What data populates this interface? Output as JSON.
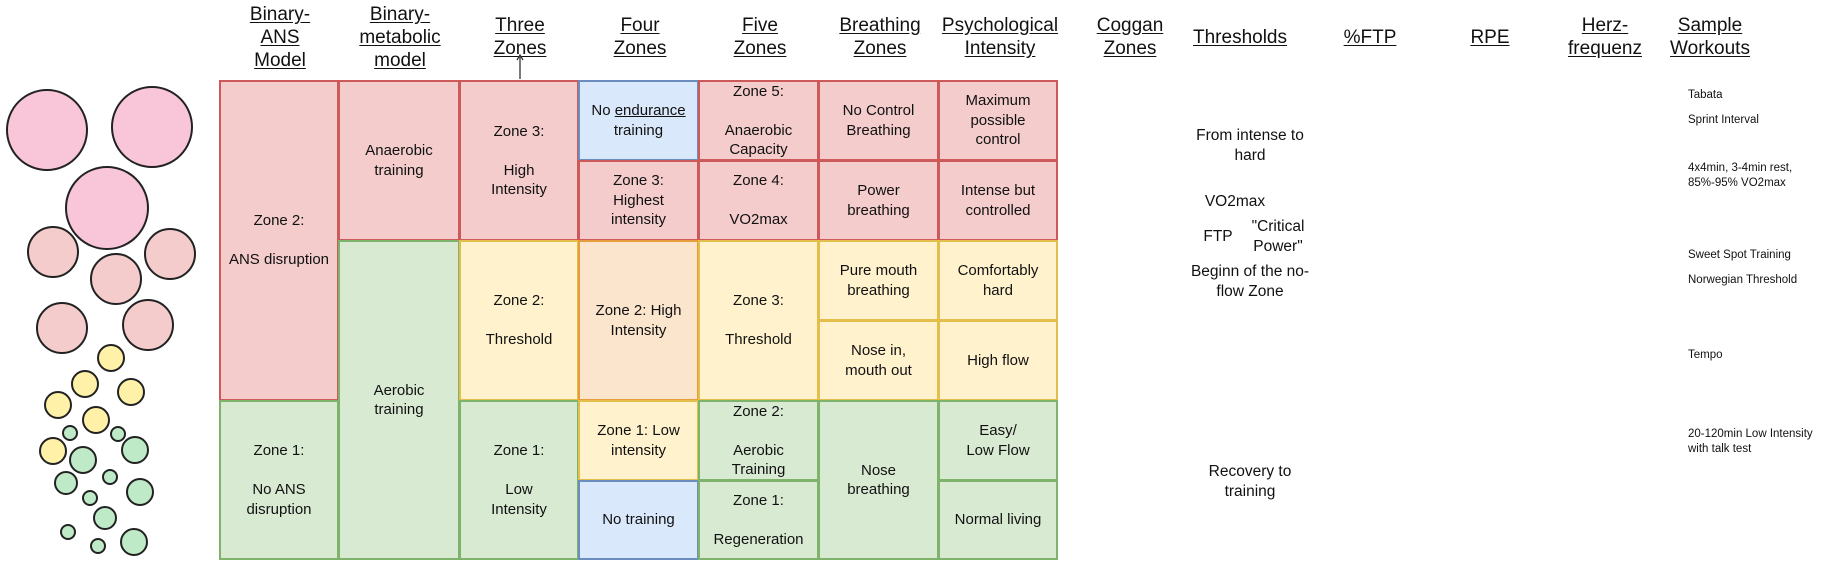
{
  "headers": {
    "binary_ans": "Binary-\nANS\nModel",
    "binary_metabolic": "Binary-\nmetabolic\nmodel",
    "three_zones": "Three\nZones",
    "four_zones": "Four\nZones",
    "five_zones": "Five\nZones",
    "breathing_zones": "Breathing\nZones",
    "psych_intensity": "Psychological\nIntensity",
    "coggan_zones": "Coggan\nZones",
    "thresholds": "Thresholds",
    "ftp_pct": "%FTP",
    "rpe": "RPE",
    "herzfrequenz": "Herz-\nfrequenz",
    "sample_workouts": "Sample\nWorkouts"
  },
  "binary_ans": {
    "zone2": "Zone 2:\n\nANS disruption",
    "zone1": "Zone 1:\n\nNo ANS\ndisruption"
  },
  "binary_metabolic": {
    "anaerobic": "Anaerobic\ntraining",
    "aerobic": "Aerobic\ntraining"
  },
  "three_zones": {
    "zone3": "Zone 3:\n\nHigh\nIntensity",
    "zone2": "Zone 2:\n\nThreshold",
    "zone1": "Zone 1:\n\nLow\nIntensity"
  },
  "four_zones": {
    "no_endurance_prefix": "No ",
    "no_endurance_word": "endurance",
    "no_endurance_suffix": "training",
    "zone3": "Zone 3:\nHighest\nintensity",
    "zone2": "Zone 2: High\nIntensity",
    "zone1": "Zone 1: Low\nintensity",
    "no_training": "No training"
  },
  "five_zones": {
    "zone5": "Zone 5:\n\nAnaerobic\nCapacity",
    "zone4": "Zone 4:\n\nVO2max",
    "zone3": "Zone 3:\n\nThreshold",
    "zone2": "Zone 2:\n\nAerobic\nTraining",
    "zone1": "Zone 1:\n\nRegeneration"
  },
  "breathing": {
    "no_control": "No Control\nBreathing",
    "power": "Power\nbreathing",
    "pure_mouth": "Pure mouth\nbreathing",
    "nose_in": "Nose in,\nmouth out",
    "nose": "Nose\nbreathing"
  },
  "psych": {
    "maximum": "Maximum\npossible control",
    "intense": "Intense but\ncontrolled",
    "comfortably_hard": "Comfortably\nhard",
    "high_flow": "High flow",
    "easy": "Easy/\nLow Flow",
    "normal": "Normal living"
  },
  "thresholds": {
    "intense_to_hard": "From intense to\nhard",
    "vo2max": "VO2max",
    "ftp": "FTP",
    "critical_power": "\"Critical\nPower\"",
    "no_flow": "Beginn of the  no-\nflow Zone",
    "recovery": "Recovery to\ntraining"
  },
  "samples": {
    "tabata": "Tabata",
    "sprint": "Sprint Interval",
    "four_by_four": "4x4min, 3-4min rest,\n85%-95% VO2max",
    "sweet_spot": "Sweet Spot Training",
    "norwegian": "Norwegian Threshold",
    "tempo": "Tempo",
    "low_intensity": "20-120min  Low Intensity\nwith talk test"
  },
  "colors": {
    "red_fill": "#f4cccc",
    "red_border": "#cc5a5a",
    "green_fill": "#d9ead3",
    "green_border": "#7fb26a",
    "yellow_fill": "#fff2cc",
    "yellow_border": "#e4bd4a",
    "orange_fill": "#fce5cd",
    "orange_border": "#e69c3b",
    "blue_fill": "#dae8fc",
    "blue_border": "#6c8ebf",
    "pink_bubble": "#f9c6d9"
  }
}
